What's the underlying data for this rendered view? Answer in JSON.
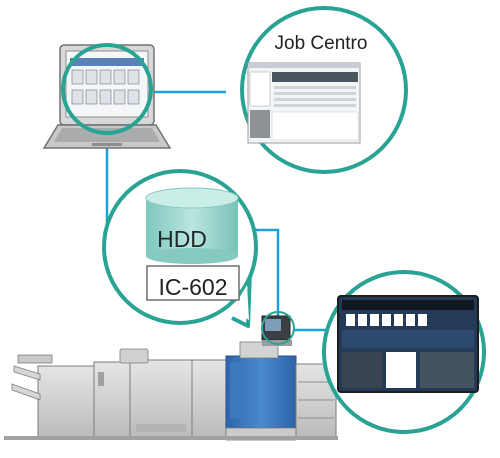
{
  "software": {
    "title": "Job Centro"
  },
  "storage": {
    "label": "HDD"
  },
  "controller": {
    "label": "IC-602"
  },
  "colors": {
    "connector_line": "#1aa2dc",
    "callout_border": "#29a394",
    "hdd_fill": "#9fd8d0",
    "printer_body": "#c9cbcc",
    "printer_panel_blue": "#2f6fb5"
  }
}
